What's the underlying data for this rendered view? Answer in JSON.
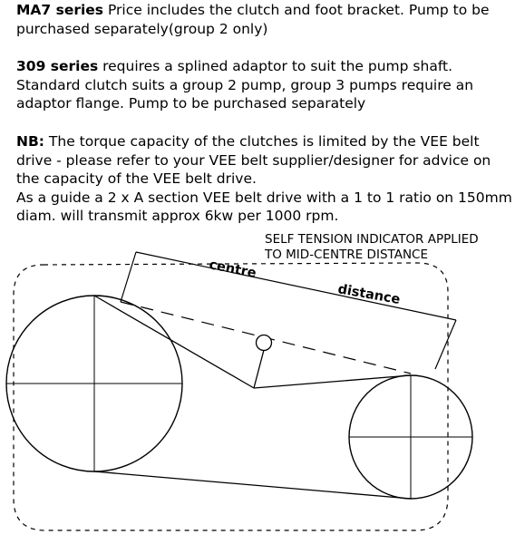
{
  "paragraphs": {
    "p1": {
      "bold": "MA7 series",
      "text": " Price includes the clutch and foot bracket. Pump to be purchased separately(group 2 only)"
    },
    "p2": {
      "bold": "309 series",
      "text": " requires a splined adaptor to suit the pump shaft. Standard clutch suits a group 2 pump, group 3 pumps require an adaptor flange. Pump to be purchased separately"
    },
    "p3": {
      "bold": "NB:",
      "text": " The torque capacity of the clutches is limited by the VEE belt drive - please refer to your VEE belt supplier/designer for advice on the capacity of the VEE belt drive.",
      "text2": "As a guide a 2 x A section VEE belt drive with a 1 to 1 ratio on 150mm diam. will transmit approx 6kw per 1000 rpm."
    }
  },
  "diagram": {
    "annotation_line1": "SELF TENSION INDICATOR APPLIED",
    "annotation_line2": "TO MID-CENTRE DISTANCE",
    "label_centre": "centre",
    "label_distance": "distance"
  }
}
